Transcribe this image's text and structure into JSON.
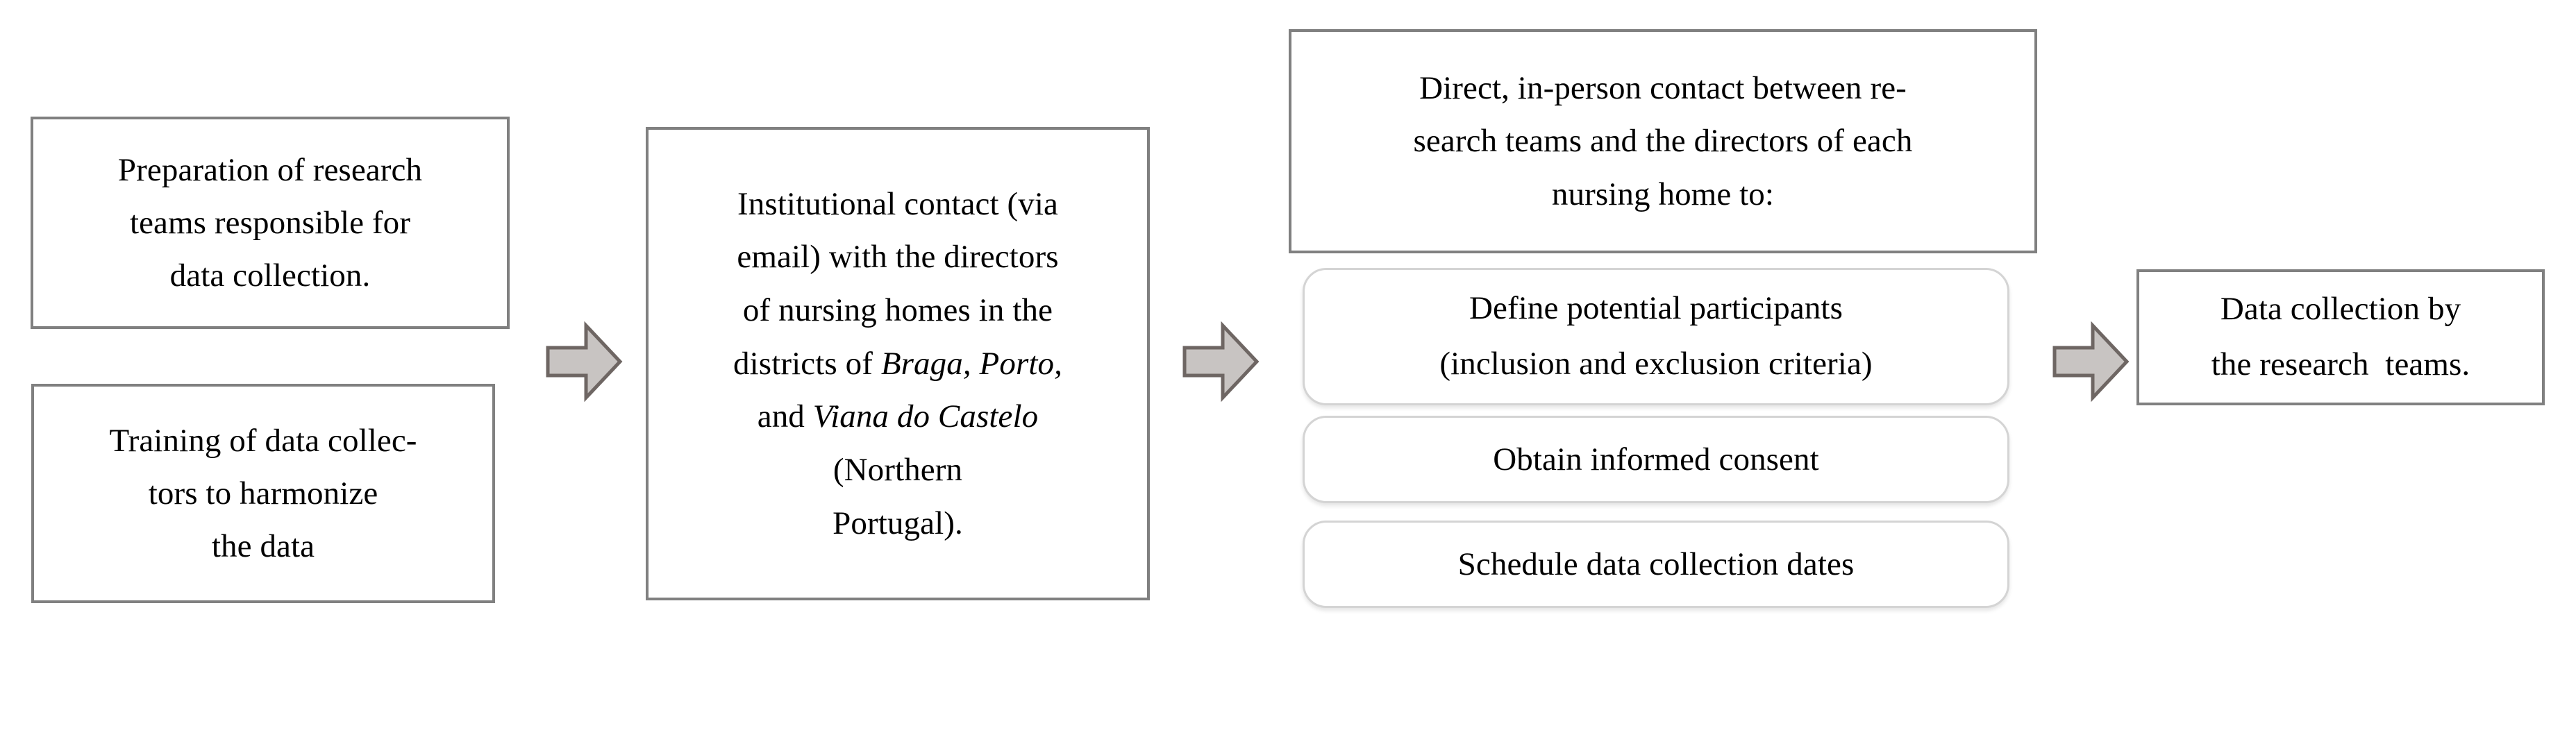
{
  "diagram": {
    "title": "Study data collection workflow flowchart",
    "background_color": "#ffffff",
    "box_border_color": "#808080",
    "rounded_box_border_color": "#d4d4d4",
    "arrow_fill_color": "#c8c4c2",
    "arrow_stroke_color": "#6e6663",
    "text_color": "#000000"
  },
  "nodes": {
    "preparation": {
      "label": "Preparation of research teams responsible for data collection.",
      "lines": [
        "Preparation of research",
        "teams responsible for",
        "data collection."
      ]
    },
    "training": {
      "label": "Training of data collectors to harmonize the data",
      "lines": [
        "Training of data collec-",
        "tors to harmonize",
        "the data"
      ]
    },
    "institutional_contact": {
      "label": "Institutional contact (via email) with the directors of nursing homes in the districts of Braga, Porto, and Viana do Castelo (Northern Portugal).",
      "lines": [
        "Institutional contact (via",
        "email) with the directors",
        "of nursing homes in the",
        "districts of ",
        "and ",
        "(Northern",
        "Portugal)."
      ],
      "italic_terms": [
        "Braga, Porto,",
        "Viana do Castelo"
      ]
    },
    "direct_contact": {
      "label": "Direct, in-person contact between research teams and the directors of each nursing home to:",
      "lines": [
        "Direct, in-person contact between re-",
        "search teams and the directors of each",
        "nursing home to:"
      ]
    },
    "define_participants": {
      "label": "Define potential participants (inclusion and exclusion criteria)",
      "lines": [
        "Define potential participants",
        "(inclusion and exclusion criteria)"
      ]
    },
    "informed_consent": {
      "label": "Obtain informed consent",
      "lines": [
        "Obtain informed consent"
      ]
    },
    "schedule_dates": {
      "label": "Schedule data collection dates",
      "lines": [
        "Schedule data collection dates"
      ]
    },
    "data_collection": {
      "label": "Data collection by the research teams.",
      "lines": [
        "Data collection by",
        "the research  teams."
      ]
    }
  },
  "arrows": [
    {
      "name": "arrow-preparation-to-contact",
      "direction": "right"
    },
    {
      "name": "arrow-contact-to-direct",
      "direction": "right"
    },
    {
      "name": "arrow-direct-to-collection",
      "direction": "right"
    }
  ]
}
